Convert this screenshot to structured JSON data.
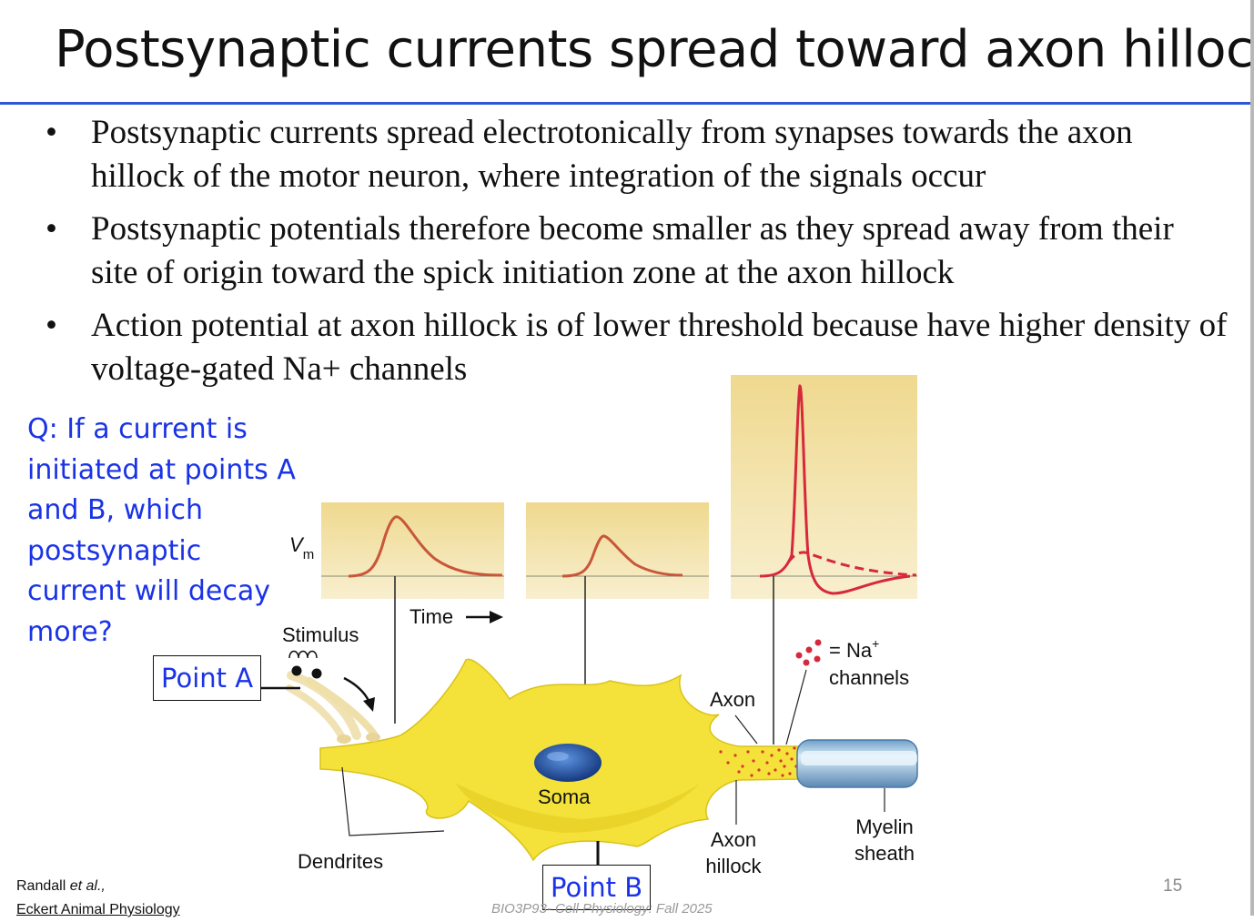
{
  "slide": {
    "title": "Postsynaptic currents spread toward axon hillock",
    "bullets": [
      {
        "marker": "•",
        "text": "Postsynaptic currents spread electrotonically from synapses towards the axon hillock of the motor neuron, where integration of the signals occur"
      },
      {
        "marker": "•",
        "text": "Postsynaptic potentials therefore become smaller as they spread away from their site of origin toward the spick initiation zone at the axon hillock"
      },
      {
        "marker": "•",
        "text": "Action potential at axon hillock is of lower threshold because have higher density of voltage-gated Na+ channels"
      }
    ],
    "question": "Q: If a current is initiated at points A and B, which postsynaptic current will decay more?",
    "point_a": "Point A",
    "point_b": "Point B",
    "citation": {
      "authors": "Randall",
      "et_al": "et al.,",
      "book": "Eckert Animal Physiology"
    },
    "footer": "BIO3P93- Cell Physiology: Fall 2025",
    "page_number": "15"
  },
  "figure": {
    "labels": {
      "vm": "V",
      "vm_sub": "m",
      "time": "Time",
      "stimulus": "Stimulus",
      "axon": "Axon",
      "soma": "Soma",
      "dendrites": "Dendrites",
      "axon_hillock_1": "Axon",
      "axon_hillock_2": "hillock",
      "myelin_1": "Myelin",
      "myelin_2": "sheath",
      "na_legend": "= Na",
      "na_sup": "+",
      "na_channels": "channels"
    },
    "colors": {
      "neuron": "#f4e23a",
      "trace": "#c8573a",
      "action_potential": "#d7283c",
      "panel": "#f1e3a8",
      "nucleus": "#1e4fa8",
      "question_text": "#1a33e6",
      "title_rule": "#2e57d6"
    }
  }
}
